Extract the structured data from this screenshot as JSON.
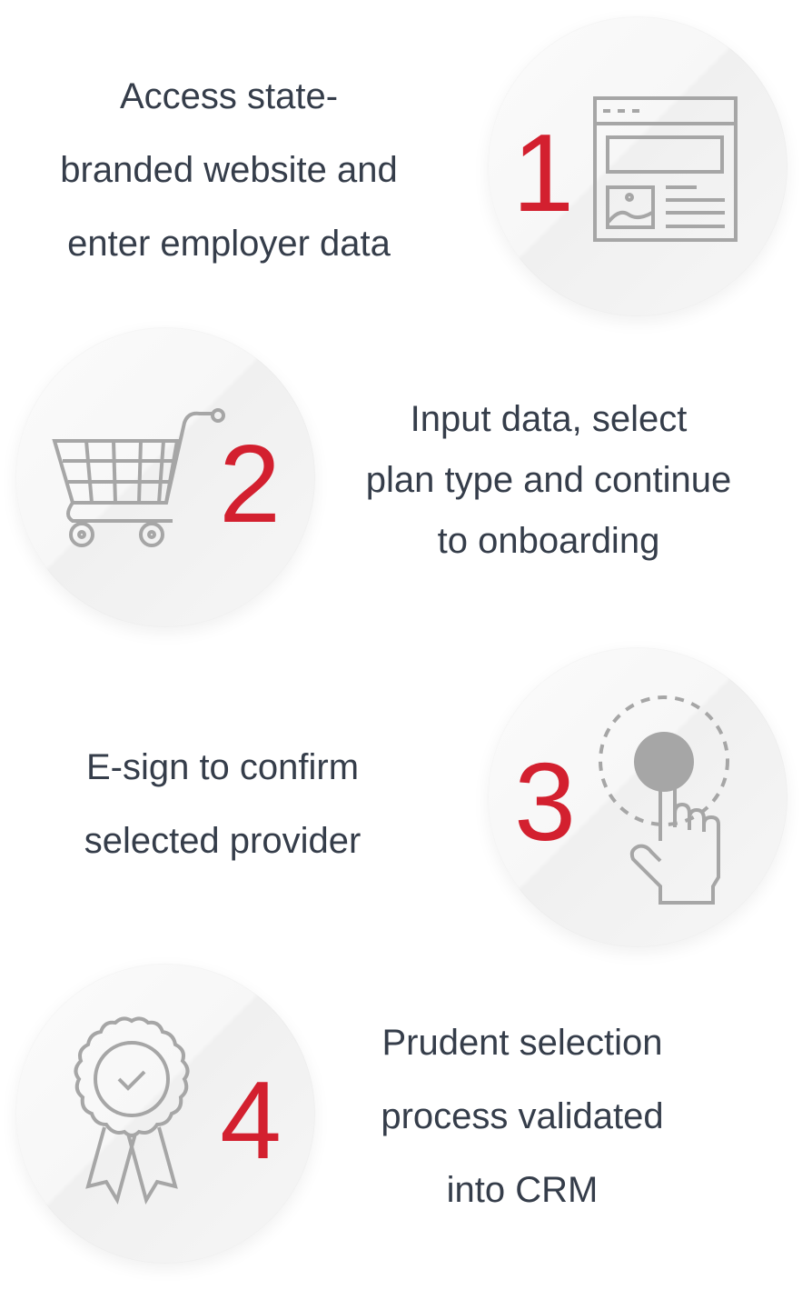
{
  "steps": [
    {
      "number": "1",
      "icon": "website-icon",
      "lines": [
        "Access state-",
        "branded website and",
        "enter employer data"
      ]
    },
    {
      "number": "2",
      "icon": "shopping-cart-icon",
      "lines": [
        "Input data, select",
        "plan type and continue",
        "to onboarding"
      ]
    },
    {
      "number": "3",
      "icon": "tap-finger-icon",
      "lines": [
        "E-sign to confirm",
        "selected provider"
      ]
    },
    {
      "number": "4",
      "icon": "award-ribbon-icon",
      "lines": [
        "Prudent selection",
        "process validated",
        "into CRM"
      ]
    }
  ],
  "colors": {
    "accent": "#d3202f",
    "text": "#353d4a",
    "icon": "#a6a6a6"
  }
}
